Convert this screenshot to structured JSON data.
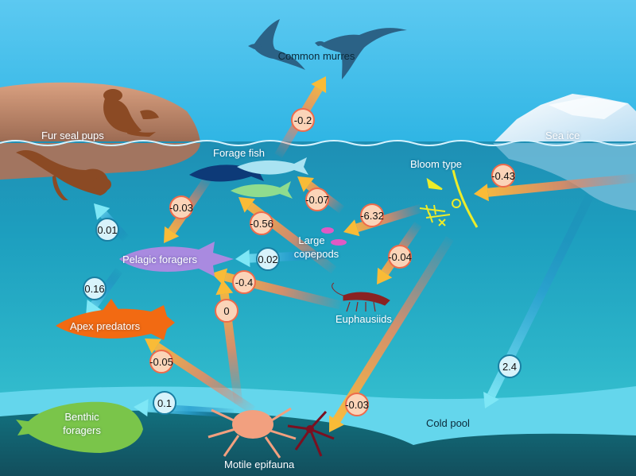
{
  "labels": {
    "common_murres": "Common murres",
    "fur_seal_pups": "Fur seal pups",
    "sea_ice": "Sea ice",
    "forage_fish": "Forage fish",
    "bloom_type": "Bloom type",
    "large_copepods_1": "Large",
    "large_copepods_2": "copepods",
    "pelagic_foragers": "Pelagic foragers",
    "euphausiids": "Euphausiids",
    "apex_predators": "Apex predators",
    "benthic_foragers_1": "Benthic",
    "benthic_foragers_2": "foragers",
    "cold_pool": "Cold pool",
    "motile_epifauna": "Motile epifauna"
  },
  "coefficients": {
    "murres": "-0.2",
    "bloom": "-0.43",
    "fish_pelagic": "-0.03",
    "euph_fish": "-0.07",
    "bloom_copepods": "-6.32",
    "copepods_fish": "-0.56",
    "seal": "0.01",
    "copepods_pelagic": "0.02",
    "bloom_euph": "-0.04",
    "pelagic_apex": "0.16",
    "euph_pelagic": "-0.4",
    "epifauna_pelagic": "0",
    "epifauna_apex": "-0.05",
    "coldpool": "2.4",
    "epifauna_benthic": "0.1",
    "bloom_epifauna": "-0.03"
  },
  "colors": {
    "negative_fill": "#fbd4b8",
    "negative_border": "#ee6b4b",
    "positive_fill": "#d8f3fb",
    "positive_border": "#1a7fa3"
  }
}
